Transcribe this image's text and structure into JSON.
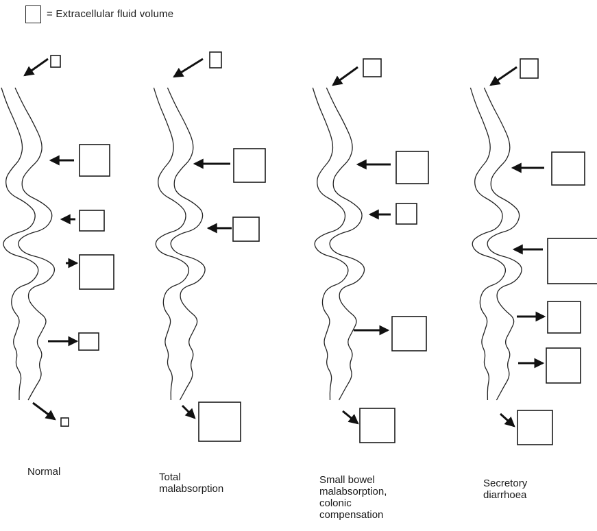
{
  "legend": {
    "label": "= Extracellular fluid volume"
  },
  "panels": [
    {
      "label": "Normal"
    },
    {
      "label": "Total\nmalabsorption"
    },
    {
      "label": "Small bowel\nmalabsorption,\ncolonic\ncompensation"
    },
    {
      "label": "Secretory\ndiarrhoea"
    }
  ]
}
